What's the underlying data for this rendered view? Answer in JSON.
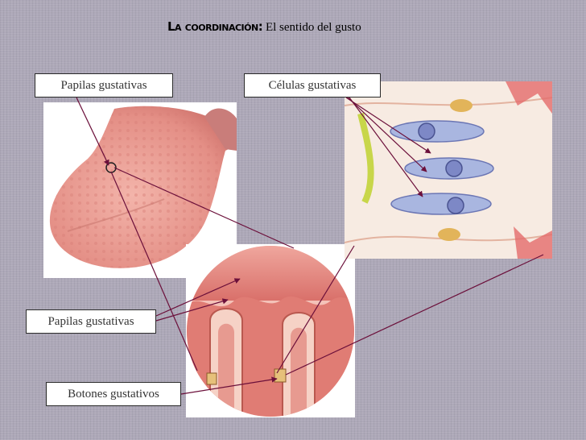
{
  "title": {
    "bold": "La coordinación:",
    "rest": " El sentido del gusto"
  },
  "labels": {
    "papilas_top": "Papilas gustativas",
    "celulas": "Células gustativas",
    "papilas_left": "Papilas gustativas",
    "botones": "Botones gustativos"
  },
  "colors": {
    "background": "#ada8b8",
    "arrow": "#6b0f3a",
    "tongue": "#e89a90",
    "tissue": "#e6948a"
  },
  "icons": {
    "tongue": "tongue-illustration",
    "papillae": "papillae-cross-section",
    "cells": "taste-cells-micrograph"
  }
}
